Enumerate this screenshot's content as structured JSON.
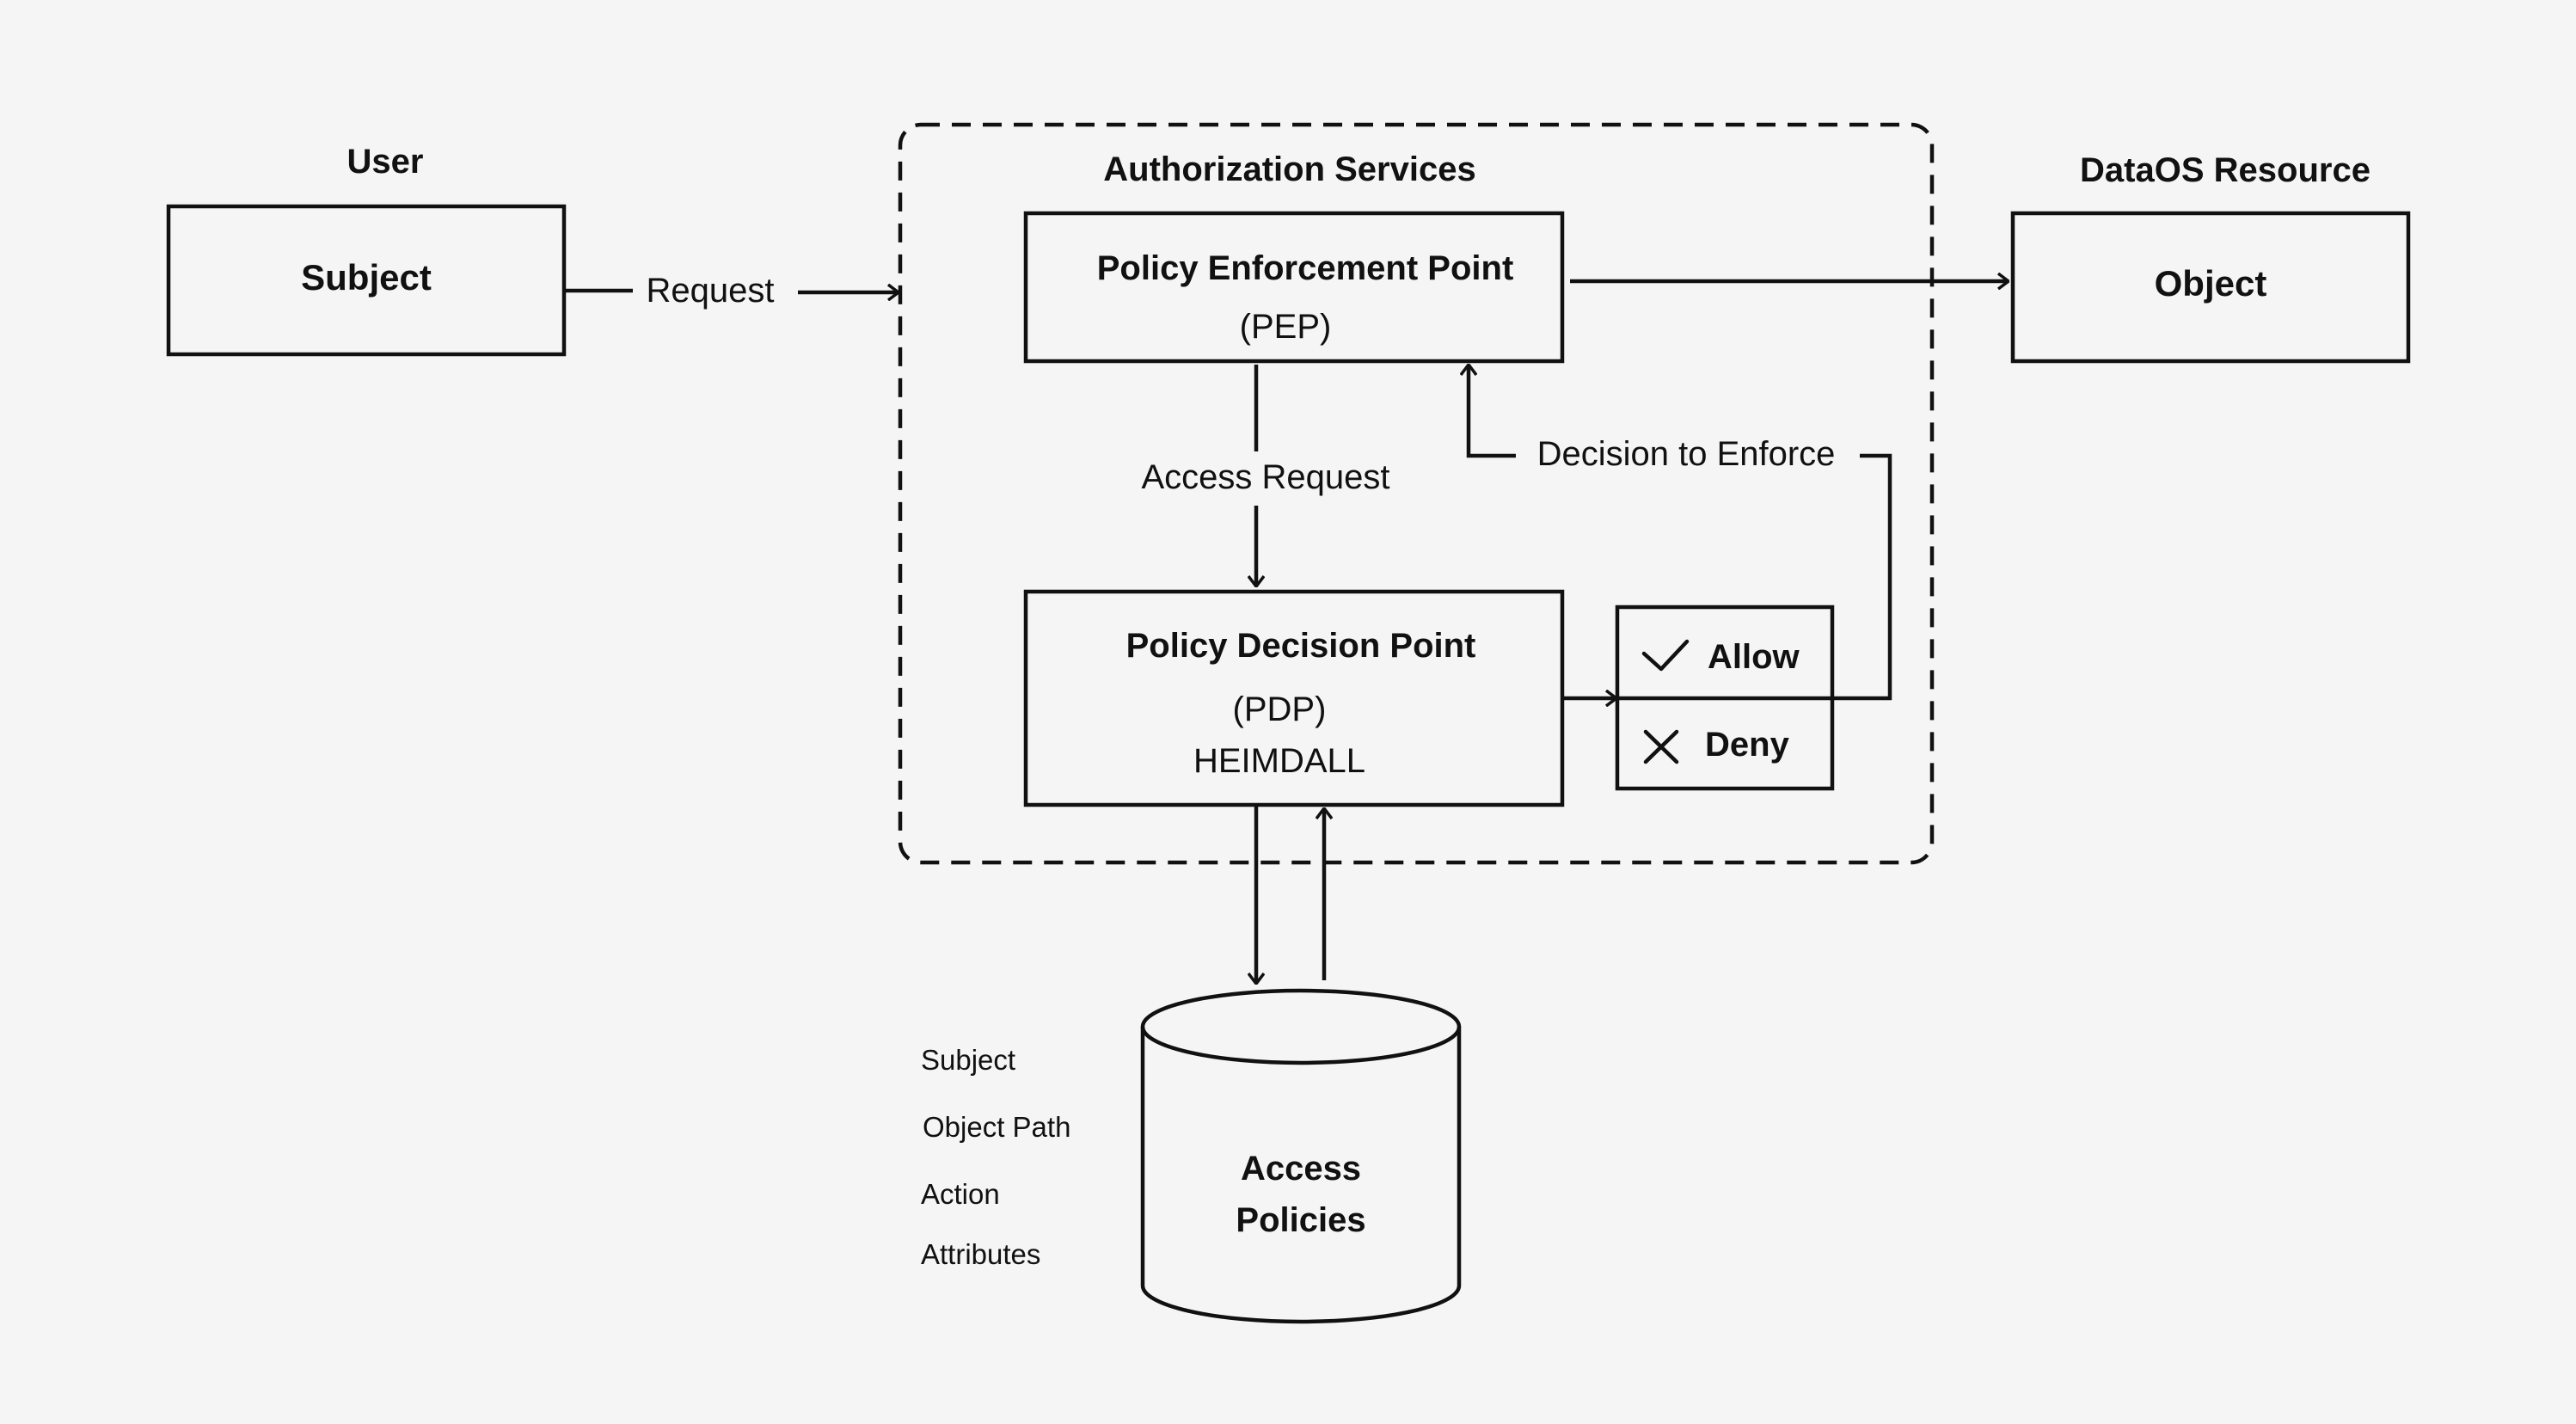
{
  "user": {
    "heading": "User",
    "subject_label": "Subject",
    "request_label": "Request"
  },
  "auth": {
    "heading": "Authorization Services"
  },
  "pep": {
    "title": "Policy Enforcement Point",
    "abbr": "(PEP)"
  },
  "pdp": {
    "title": "Policy Decision Point",
    "abbr": "(PDP)",
    "engine": "HEIMDALL"
  },
  "flow": {
    "access_request": "Access Request",
    "decision_to_enforce": "Decision to Enforce"
  },
  "decision": {
    "allow": "Allow",
    "deny": "Deny"
  },
  "resource": {
    "heading": "DataOS Resource",
    "object_label": "Object"
  },
  "policies": {
    "line1": "Access",
    "line2": "Policies",
    "attributes": [
      "Subject",
      "Object Path",
      "Action",
      "Attributes"
    ]
  },
  "colors": {
    "background": "#f5f5f5",
    "stroke": "#111111"
  }
}
